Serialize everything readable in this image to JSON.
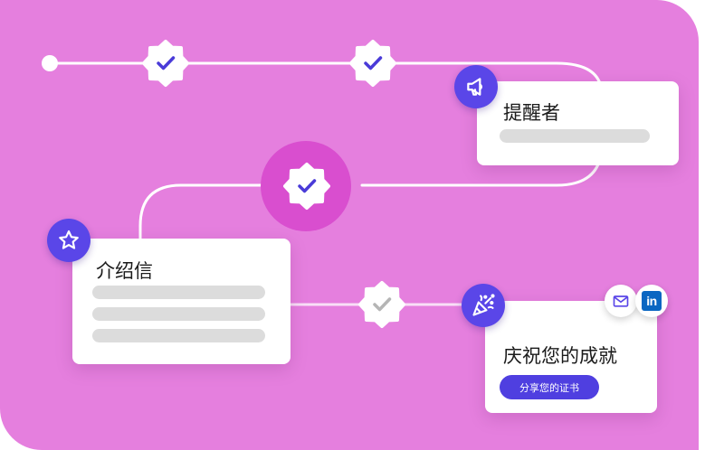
{
  "colors": {
    "background": "#e57fde",
    "accent": "#5a46e8",
    "halo": "#d94ecf",
    "check_done": "#4a3bd8",
    "check_pending": "#b5b5b5",
    "linkedin": "#0a66c2"
  },
  "steps": {
    "reminder": {
      "title": "提醒者",
      "icon": "megaphone-icon"
    },
    "intro_letter": {
      "title": "介绍信",
      "icon": "star-icon"
    },
    "celebrate": {
      "title": "庆祝您的成就",
      "icon": "party-popper-icon",
      "button_label": "分享您的证书",
      "share_icons": [
        "mail-icon",
        "linkedin-icon"
      ],
      "linkedin_text": "in"
    }
  },
  "milestones": {
    "completed_badge_icon": "check-badge-icon",
    "pending_badge_icon": "check-badge-icon"
  }
}
